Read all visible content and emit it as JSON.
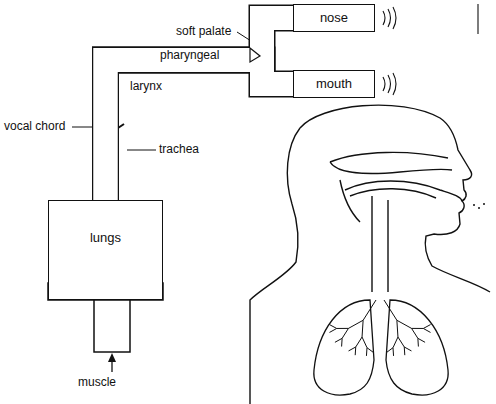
{
  "diagram": {
    "nodes": [
      {
        "text": [
          "lungs"
        ]
      },
      {
        "text": [
          "nose"
        ]
      },
      {
        "text": [
          "mouth"
        ]
      }
    ],
    "edges": [
      {
        "from": 0,
        "to": 1,
        "arrow": "none"
      },
      {
        "from": 0,
        "to": 2,
        "arrow": "none"
      }
    ],
    "labels": [
      "soft palate",
      "pharyngeal",
      "larynx",
      "vocal chord",
      "trachea",
      "muscle"
    ]
  }
}
